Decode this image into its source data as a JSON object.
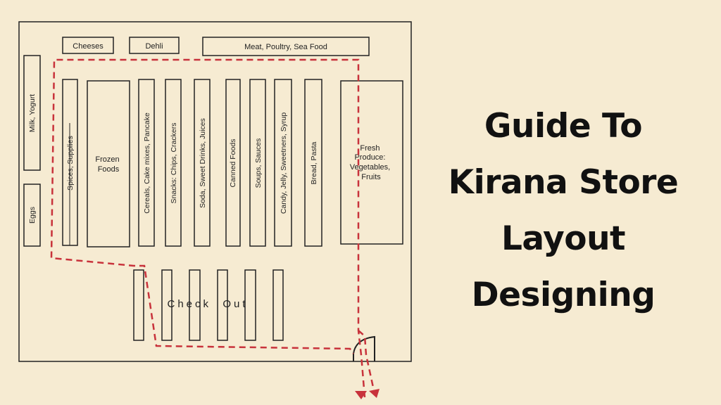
{
  "title_lines": [
    "Guide To",
    "Kirana Store",
    "Layout",
    "Designing"
  ],
  "top_sections": {
    "cheeses": "Cheeses",
    "dehli": "Dehli",
    "meat": "Meat, Poultry, Sea Food"
  },
  "left_sections": {
    "milk": "Milk, Yogurt",
    "eggs": "Eggs"
  },
  "aisles": {
    "spices": "Spices, Supplies",
    "frozen": [
      "Frozen",
      "Foods"
    ],
    "cereals": "Cereals, Cake mixes, Pancake",
    "snacks": "Snacks: Chips, Crackers",
    "soda": "Soda, Sweet Drinks, Juices",
    "canned": "Canned Foods",
    "soups": "Soups, Sauces",
    "candy": "Candy, Jelly, Sweetners, Syrup",
    "bread": "Bread, Pasta"
  },
  "produce_lines": [
    "Fresh",
    "Produce:",
    "Vegetables,",
    "Fruits"
  ],
  "checkout_label": "Check  Out",
  "colors": {
    "background": "#f6ebd2",
    "path": "#c8323b",
    "ink": "#222222"
  }
}
